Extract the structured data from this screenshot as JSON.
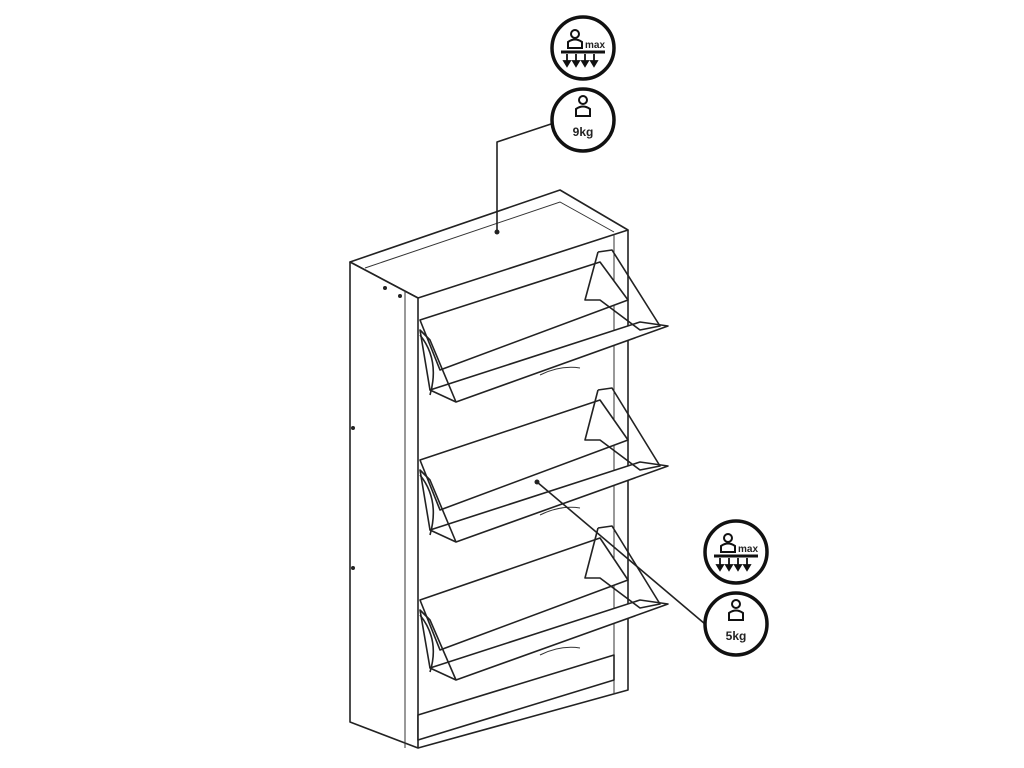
{
  "figure": {
    "subject": "shoe-cabinet-3-flaps",
    "top_load": {
      "max_label": "max",
      "weight": "9kg"
    },
    "flap_load": {
      "max_label": "max",
      "weight": "5kg"
    },
    "colors": {
      "line": "#222222",
      "background": "#ffffff"
    }
  }
}
